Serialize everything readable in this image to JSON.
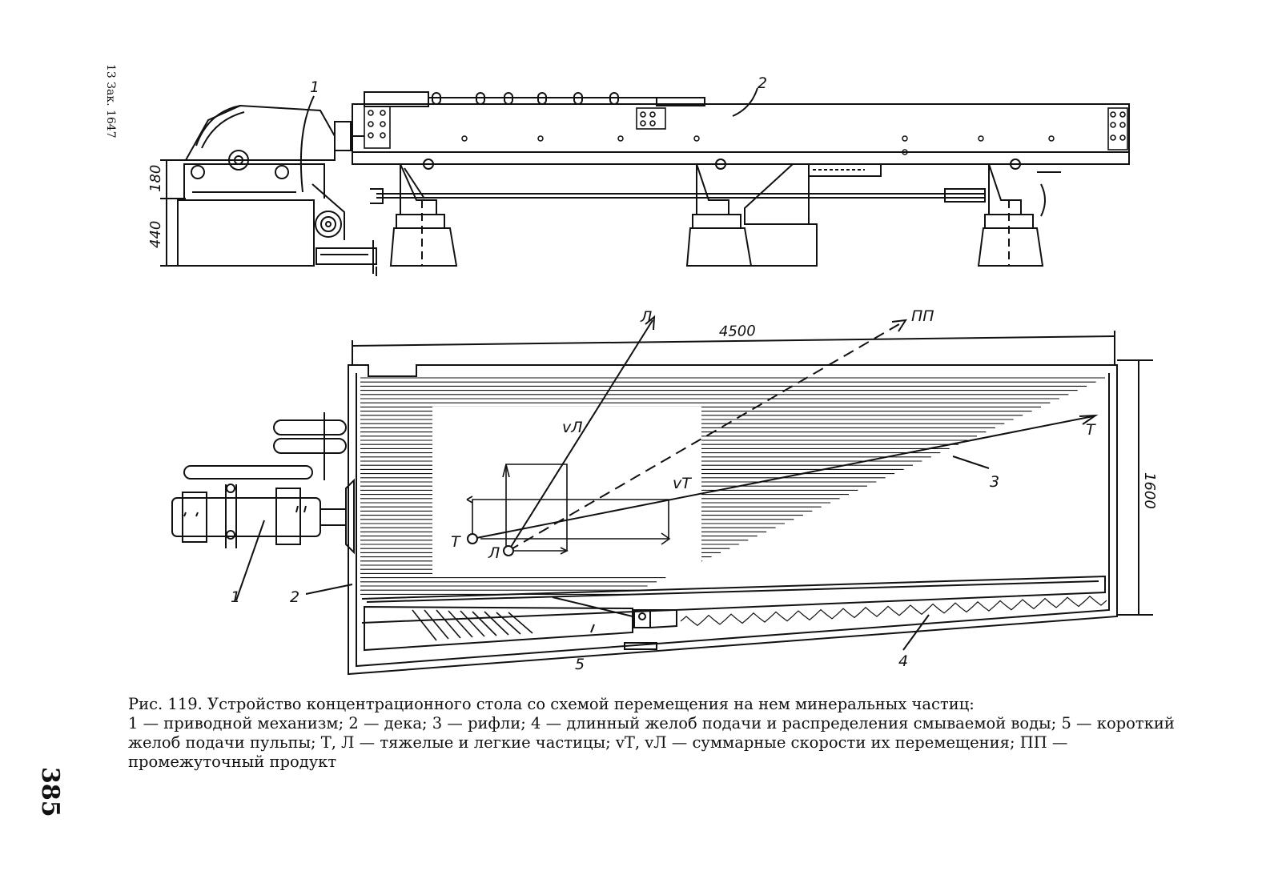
{
  "side_note": "13 Зак. 1647",
  "page_number": "385",
  "top_view": {
    "labels": {
      "mechanism": "1",
      "deck": "2"
    },
    "dimensions": {
      "upper": "180",
      "lower": "440"
    }
  },
  "plan_view": {
    "labels": {
      "mechanism": "1",
      "deck": "2",
      "riffles": "3",
      "long_trough": "4",
      "short_trough": "5",
      "heavy_end": "Т",
      "light_end": "Л",
      "middling": "ПП",
      "heavy_start": "Т",
      "light_start": "Л",
      "v_light": "vЛ",
      "v_heavy": "vТ"
    },
    "dimensions": {
      "length": "4500",
      "width": "1600"
    }
  },
  "caption": {
    "title": "Рис. 119. Устройство концентрационного стола со схемой перемещения на нем минеральных частиц:",
    "body": "1 — приводной механизм; 2 — дека; 3 — рифли; 4 — длинный желоб подачи и распределения смываемой воды; 5 — короткий желоб подачи пульпы; Т, Л — тяжелые и легкие частицы; vТ, vЛ — суммарные скорости их перемещения; ПП — промежуточный продукт"
  }
}
